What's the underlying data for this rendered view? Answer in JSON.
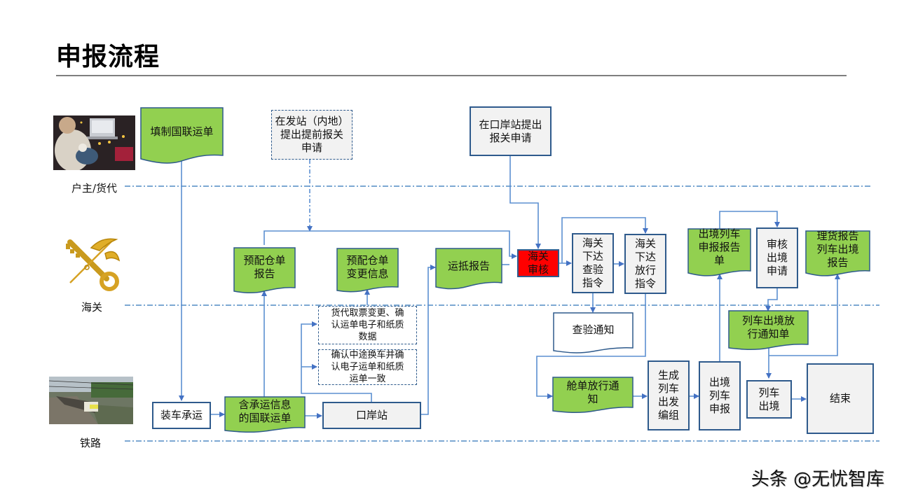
{
  "title": "申报流程",
  "lanes": {
    "owner": "户主/货代",
    "customs": "海关",
    "railway": "铁路"
  },
  "icons": {
    "owner_photo": "person-with-laptop-photo",
    "customs_emblem": "customs-key-caduceus-emblem",
    "railway_photo": "train-photo"
  },
  "nodes": {
    "fill_waybill": "填制国联运单",
    "advance_apply": "在发站（内地）\n提出提前报关\n申请",
    "port_apply": "在口岸站提出\n报关申请",
    "pre_manifest": "预配仓单\n报告",
    "pre_manifest_change": "预配仓单\n变更信息",
    "arrival_report": "运抵报告",
    "customs_review": "海关\n审核",
    "inspection_order": "海关\n下达\n查验\n指令",
    "release_order": "海关\n下达\n放行\n指令",
    "inspection_notice": "查验通知",
    "exit_train_report": "出境列车\n申报报告\n单",
    "review_exit": "审核\n出境\n申请",
    "tally_report": "理货报告\n列车出境\n报告",
    "exit_release_notice": "列车出境放\n行通知单",
    "agent_change": "货代取票变更、确\n认运单电子和纸质\n数据",
    "confirm_transfer": "确认中途换车并确\n认电子运单和纸质\n运单一致",
    "loading": "装车承运",
    "waybill_with_info": "含承运信息\n的国联运单",
    "port_station": "口岸站",
    "manifest_release": "舱单放行通\n知",
    "generate_train": "生成\n列车\n出发\n编组",
    "exit_declare": "出境\n列车\n申报",
    "train_exit": "列车\n出境",
    "end": "结束"
  },
  "colors": {
    "doc_green": "#92d050",
    "border_blue": "#2e5a8c",
    "arrow_blue": "#4472c4",
    "review_red": "#ff0000",
    "box_gray": "#f2f2f2",
    "lane_line": "#2e75b6"
  },
  "watermark": "头条 @无忧智库"
}
